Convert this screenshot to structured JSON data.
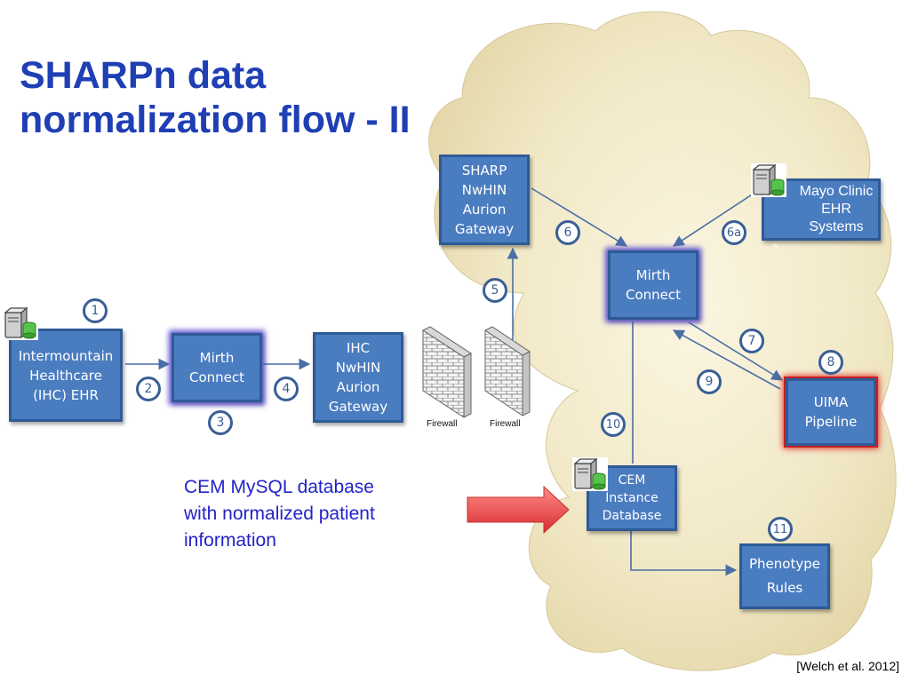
{
  "title": {
    "line1": "SHARPn data",
    "line2": "normalization flow - II"
  },
  "nodes": {
    "ihc_ehr": [
      "Intermountain",
      "Healthcare",
      "(IHC) EHR"
    ],
    "mirth_left": [
      "Mirth",
      "Connect"
    ],
    "ihc_gateway": [
      "IHC",
      "NwHIN",
      "Aurion",
      "Gateway"
    ],
    "sharp_gateway": [
      "SHARP",
      "NwHIN",
      "Aurion",
      "Gateway"
    ],
    "mirth_right": [
      "Mirth",
      "Connect"
    ],
    "mayo_ehr": [
      "Mayo Clinic",
      "EHR",
      "Systems"
    ],
    "uima": [
      "UIMA",
      "Pipeline"
    ],
    "cem_db": [
      "CEM",
      "Instance",
      "Database"
    ],
    "phenotype": [
      "Phenotype",
      "Rules"
    ]
  },
  "steps": [
    "1",
    "2",
    "3",
    "4",
    "5",
    "6",
    "6a",
    "7",
    "8",
    "9",
    "10",
    "11"
  ],
  "firewalls": [
    "Firewall",
    "Firewall"
  ],
  "stray_mark": "s",
  "caption": [
    "CEM MySQL database",
    "with normalized patient",
    "information"
  ],
  "citation": "[Welch et al. 2012]",
  "colors": {
    "title": "#1f3fb4",
    "box_fill": "#4a7cc0",
    "box_border": "#2e5a96",
    "arrow": "#4a6fa5",
    "cloud": "#efe6c2",
    "caption": "#2323c8",
    "callout_arrow": "#e84848",
    "uima_border": "#c02020"
  }
}
